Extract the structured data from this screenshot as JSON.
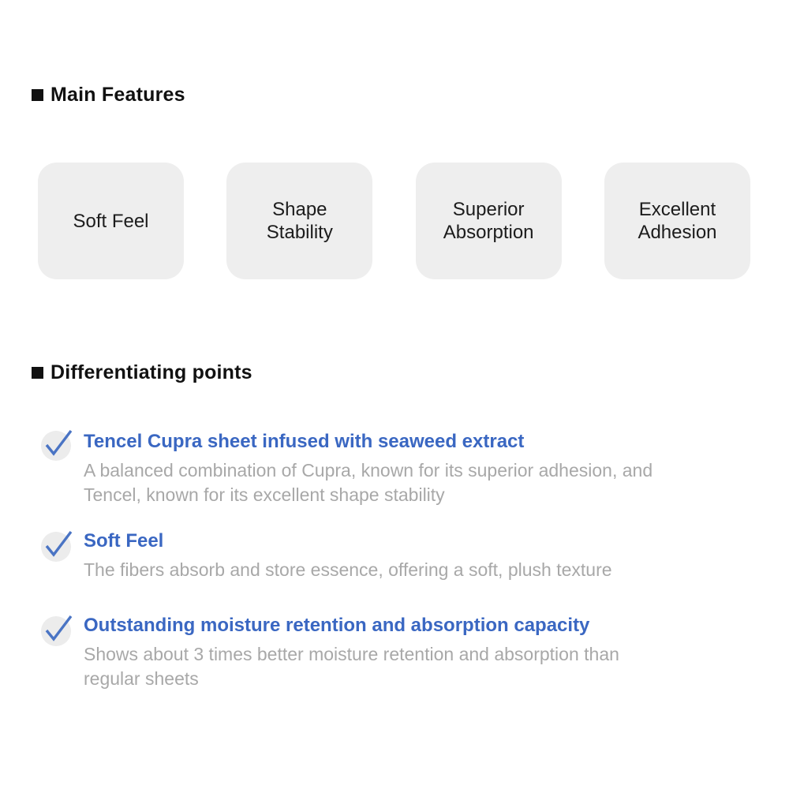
{
  "main_features": {
    "heading": "Main Features",
    "boxes": [
      {
        "lines": [
          "Soft Feel"
        ]
      },
      {
        "lines": [
          "Shape",
          "Stability"
        ]
      },
      {
        "lines": [
          "Superior",
          "Absorption"
        ]
      },
      {
        "lines": [
          "Excellent",
          "Adhesion"
        ]
      }
    ]
  },
  "differentiating_points": {
    "heading": "Differentiating points",
    "items": [
      {
        "title": "Tencel Cupra sheet infused with seaweed extract",
        "desc_lines": [
          "A balanced combination of Cupra, known for its superior adhesion, and",
          "Tencel, known for its excellent shape stability"
        ]
      },
      {
        "title": "Soft Feel",
        "desc_lines": [
          "The fibers absorb and store essence, offering a soft, plush texture"
        ]
      },
      {
        "title": "Outstanding moisture retention and absorption capacity",
        "desc_lines": [
          "Shows about 3 times better moisture retention and absorption than",
          "regular sheets"
        ]
      }
    ]
  },
  "colors": {
    "heading_text": "#111111",
    "box_fill": "#eeeeee",
    "box_text": "#1c1c1c",
    "title_blue": "#3a67c2",
    "check_blue": "#4a74c4",
    "desc_gray": "#a8a8a8",
    "badge_circle_fill": "#ececec",
    "background": "#ffffff"
  }
}
